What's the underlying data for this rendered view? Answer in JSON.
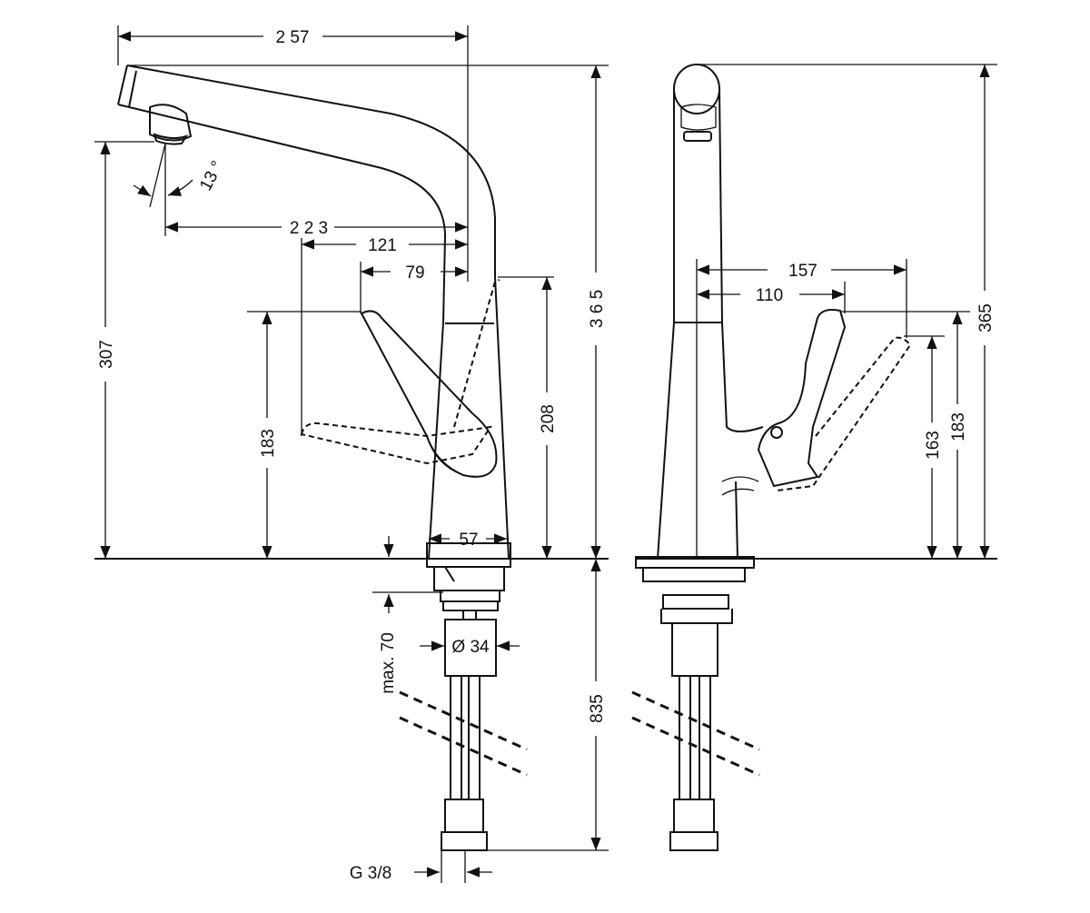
{
  "drawing": {
    "accent_color": "#111111",
    "background_color": "#ffffff",
    "front_view": {
      "width_257": "2 57",
      "reach_223": "2 2 3",
      "reach_121": "121",
      "reach_79": "79",
      "angle_13": "13 °",
      "height_307": "307",
      "height_365": "3 6 5",
      "height_183": "183",
      "height_208": "208",
      "base_57": "57",
      "depth_max70": "max. 70",
      "diameter_34": "Ø 34",
      "length_835": "835",
      "thread_g38": "G 3/8"
    },
    "side_view": {
      "reach_157": "157",
      "reach_110": "110",
      "height_365": "365",
      "height_183": "183",
      "height_163": "163"
    }
  }
}
